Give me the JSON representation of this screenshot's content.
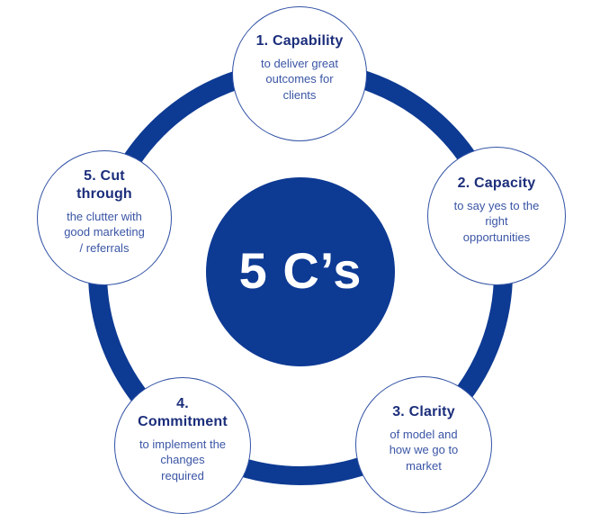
{
  "colors": {
    "deep_blue": "#0d3a93",
    "node_border": "#3152a5",
    "heading_color": "#1c2e7b",
    "body_color": "#3a55a5",
    "bg": "#ffffff"
  },
  "diagram": {
    "title": "5 C’s",
    "nodes": [
      {
        "heading": "1. Capability",
        "body": "to deliver great\noutcomes for\nclients"
      },
      {
        "heading": "2. Capacity",
        "body": "to say yes to the\nright\nopportunities"
      },
      {
        "heading": "3. Clarity",
        "body": "of model and\nhow we go to\nmarket"
      },
      {
        "heading": "4.\nCommitment",
        "body": "to implement the\nchanges\nrequired"
      },
      {
        "heading": "5. Cut\nthrough",
        "body": "the clutter with\ngood marketing\n/ referrals"
      }
    ]
  }
}
